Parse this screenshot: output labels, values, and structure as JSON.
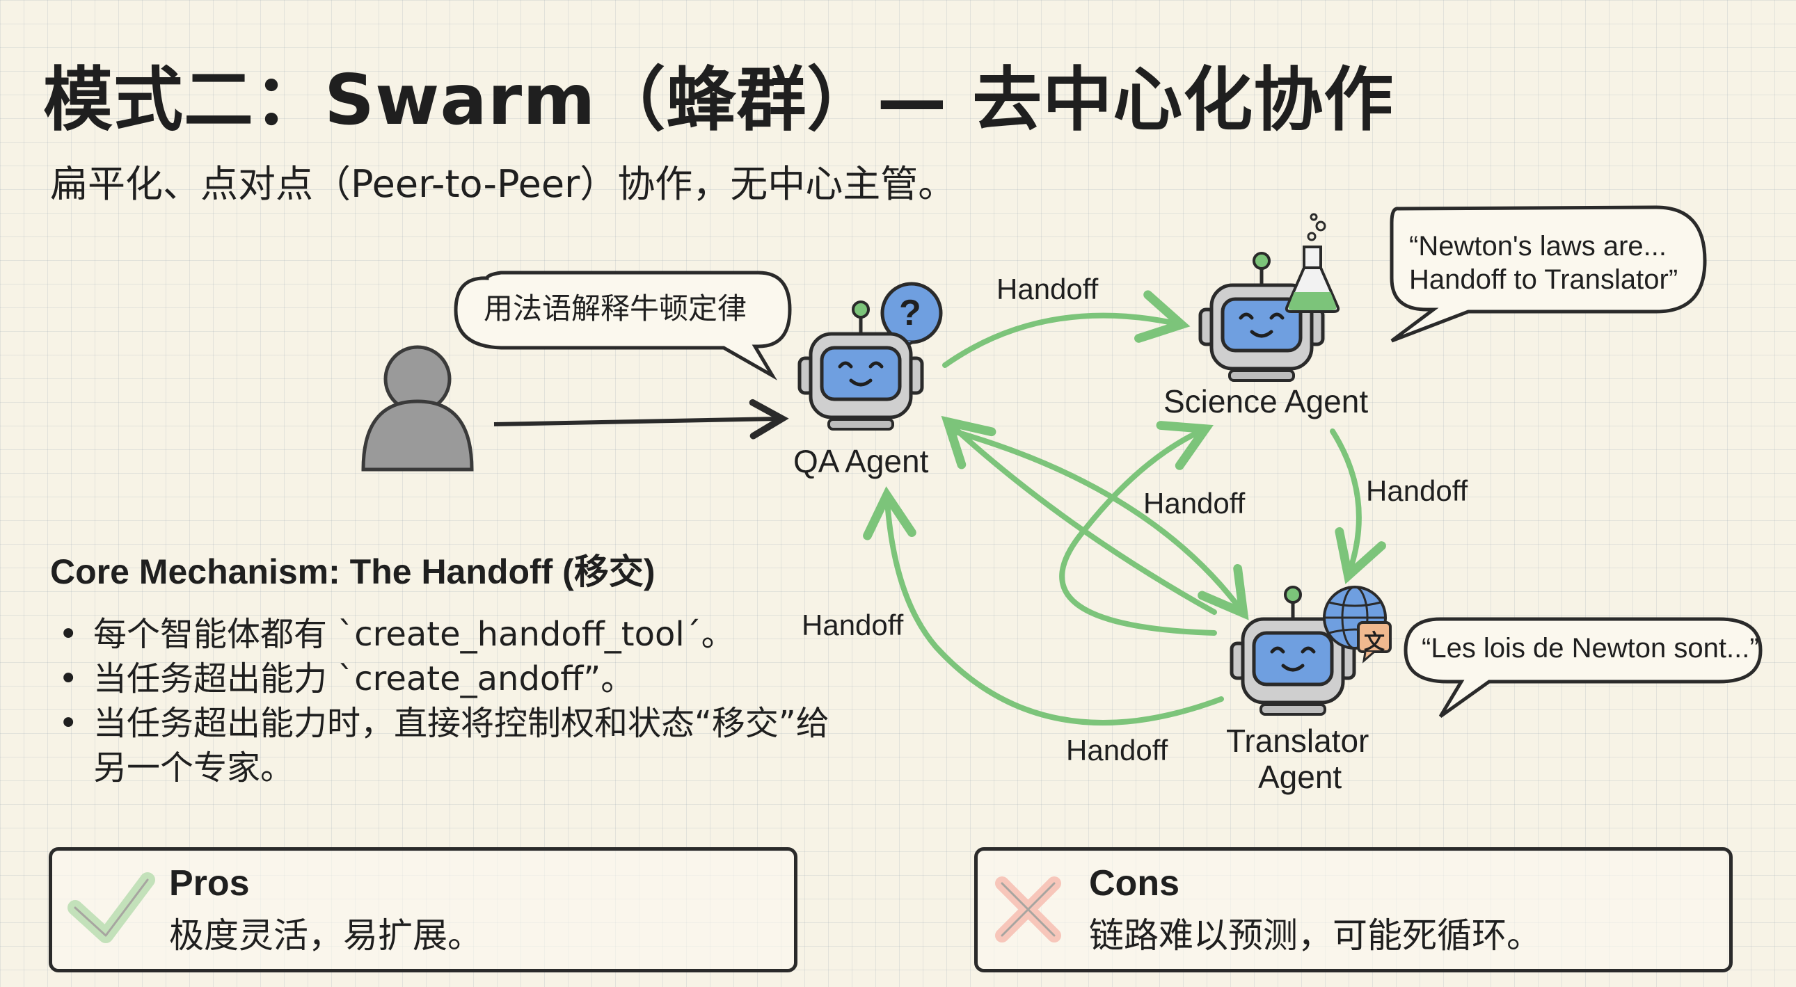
{
  "header": {
    "title": "模式二：Swarm（蜂群）— 去中心化协作",
    "subtitle": "扁平化、点对点（Peer-to-Peer）协作，无中心主管。"
  },
  "diagram": {
    "user_bubble": "用法语解释牛顿定律",
    "agents": {
      "qa": "QA Agent",
      "science": "Science Agent",
      "translator_line1": "Translator",
      "translator_line2": "Agent"
    },
    "science_bubble_line1": "“Newton's laws are...",
    "science_bubble_line2": "Handoff to Translator”",
    "translator_bubble": "“Les lois de Newton sont...”",
    "qa_badge": "?",
    "translate_badge": "文",
    "handoff_labels": [
      "Handoff",
      "Handoff",
      "Handoff",
      "Handoff",
      "Handoff"
    ],
    "colors": {
      "arrow_green": "#7cc47a",
      "robot_blue": "#6f9fe0",
      "ink": "#2a2a2a"
    }
  },
  "core": {
    "heading": "Core Mechanism: The Handoff (移交)",
    "bullets": [
      "每个智能体都有 `create_handoff_tool´。",
      "当任务超出能力 `create_andoff”。",
      "当任务超出能力时，直接将控制权和状态“移交”给",
      "另一个专家。"
    ]
  },
  "pros": {
    "title": "Pros",
    "text": "极度灵活，易扩展。"
  },
  "cons": {
    "title": "Cons",
    "text": "链路难以预测，可能死循环。"
  }
}
